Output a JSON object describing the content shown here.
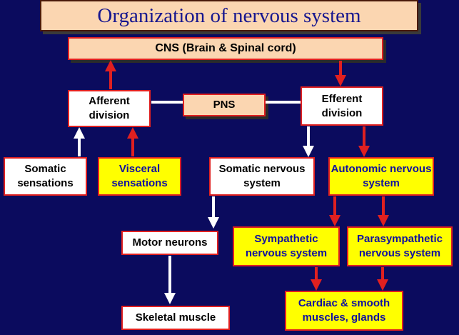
{
  "title": "Organization of nervous system",
  "colors": {
    "background": "#0b0b5e",
    "peach": "#fbd6b1",
    "highlight": "#ffff00",
    "arrow_red": "#e02020",
    "arrow_white": "#ffffff",
    "text_blue": "#1010a0"
  },
  "nodes": {
    "cns": "CNS (Brain & Spinal cord)",
    "pns": "PNS",
    "afferent": "Afferent division",
    "efferent": "Efferent division",
    "somatic_sensations": "Somatic sensations",
    "visceral_sensations": "Visceral sensations",
    "somatic_nervous_system": "Somatic nervous system",
    "autonomic_nervous_system": "Autonomic nervous system",
    "motor_neurons": "Motor neurons",
    "skeletal_muscle": "Skeletal muscle",
    "sympathetic": "Sympathetic nervous system",
    "parasympathetic": "Parasympathetic nervous system",
    "cardiac": "Cardiac & smooth muscles, glands"
  }
}
